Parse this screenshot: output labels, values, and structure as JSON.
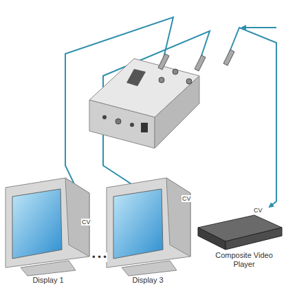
{
  "diagram": {
    "nodes": [
      {
        "text": [
          "Display 1"
        ]
      },
      {
        "text": [
          "Display 3"
        ]
      },
      {
        "text": [
          "Composite Video Player"
        ]
      }
    ],
    "labels": [
      "CV",
      "CV",
      "CV",
      "• • •"
    ]
  }
}
